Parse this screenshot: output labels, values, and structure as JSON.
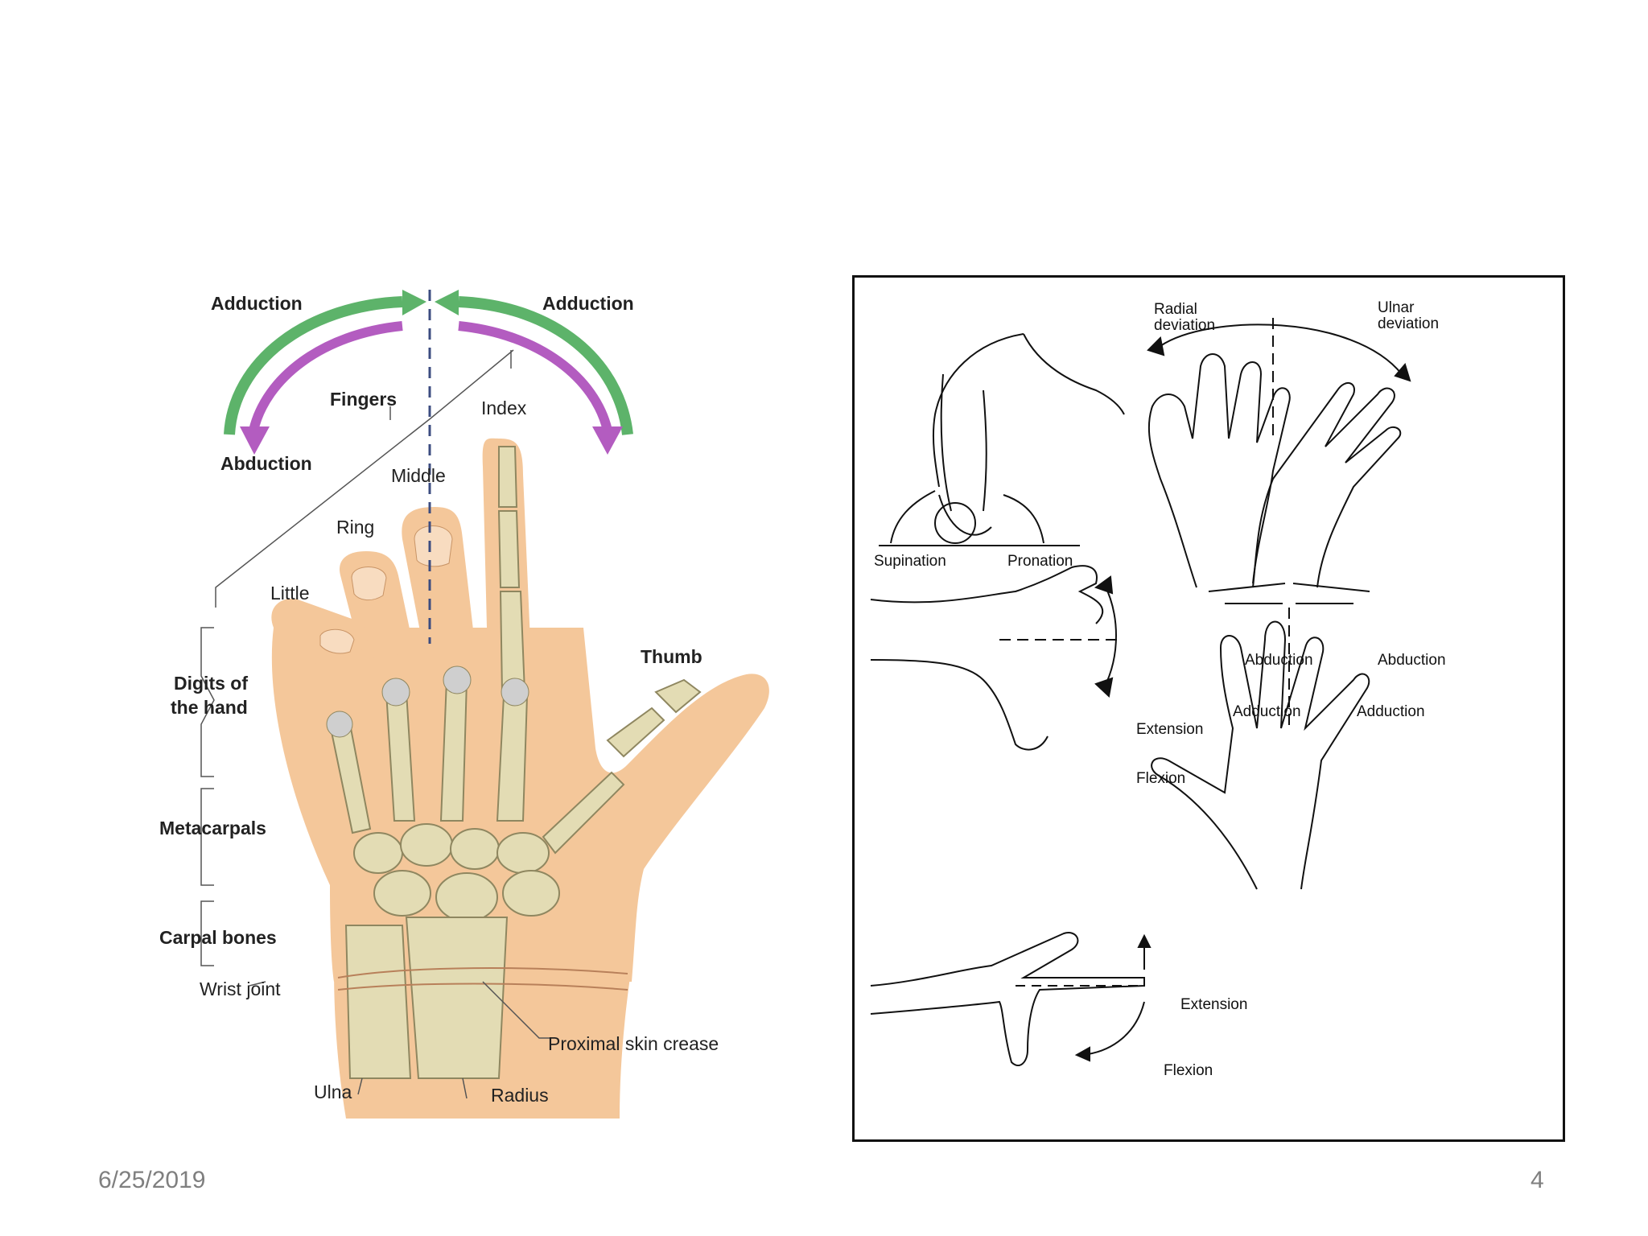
{
  "footer": {
    "date": "6/25/2019",
    "page_number": "4"
  },
  "left_figure": {
    "adduction_left": "Adduction",
    "adduction_right": "Adduction",
    "abduction": "Abduction",
    "fingers": "Fingers",
    "index": "Index",
    "middle": "Middle",
    "ring": "Ring",
    "little": "Little",
    "thumb": "Thumb",
    "digits_line1": "Digits of",
    "digits_line2": "the hand",
    "metacarpals": "Metacarpals",
    "carpal_bones": "Carpal bones",
    "wrist_joint": "Wrist joint",
    "proximal_skin_crease": "Proximal skin crease",
    "ulna": "Ulna",
    "radius": "Radius",
    "colors": {
      "adduction_arrow": "#5db36a",
      "abduction_arrow": "#b35cc0",
      "skin": "#f4c79a",
      "bone": "#e3dcb4"
    }
  },
  "right_figure": {
    "radial_line1": "Radial",
    "radial_line2": "deviation",
    "ulnar_line1": "Ulnar",
    "ulnar_line2": "deviation",
    "supination": "Supination",
    "pronation": "Pronation",
    "abduction_left": "Abduction",
    "abduction_right": "Abduction",
    "adduction_left": "Adduction",
    "adduction_right": "Adduction",
    "wrist_extension": "Extension",
    "wrist_flexion": "Flexion",
    "finger_extension": "Extension",
    "finger_flexion": "Flexion"
  }
}
